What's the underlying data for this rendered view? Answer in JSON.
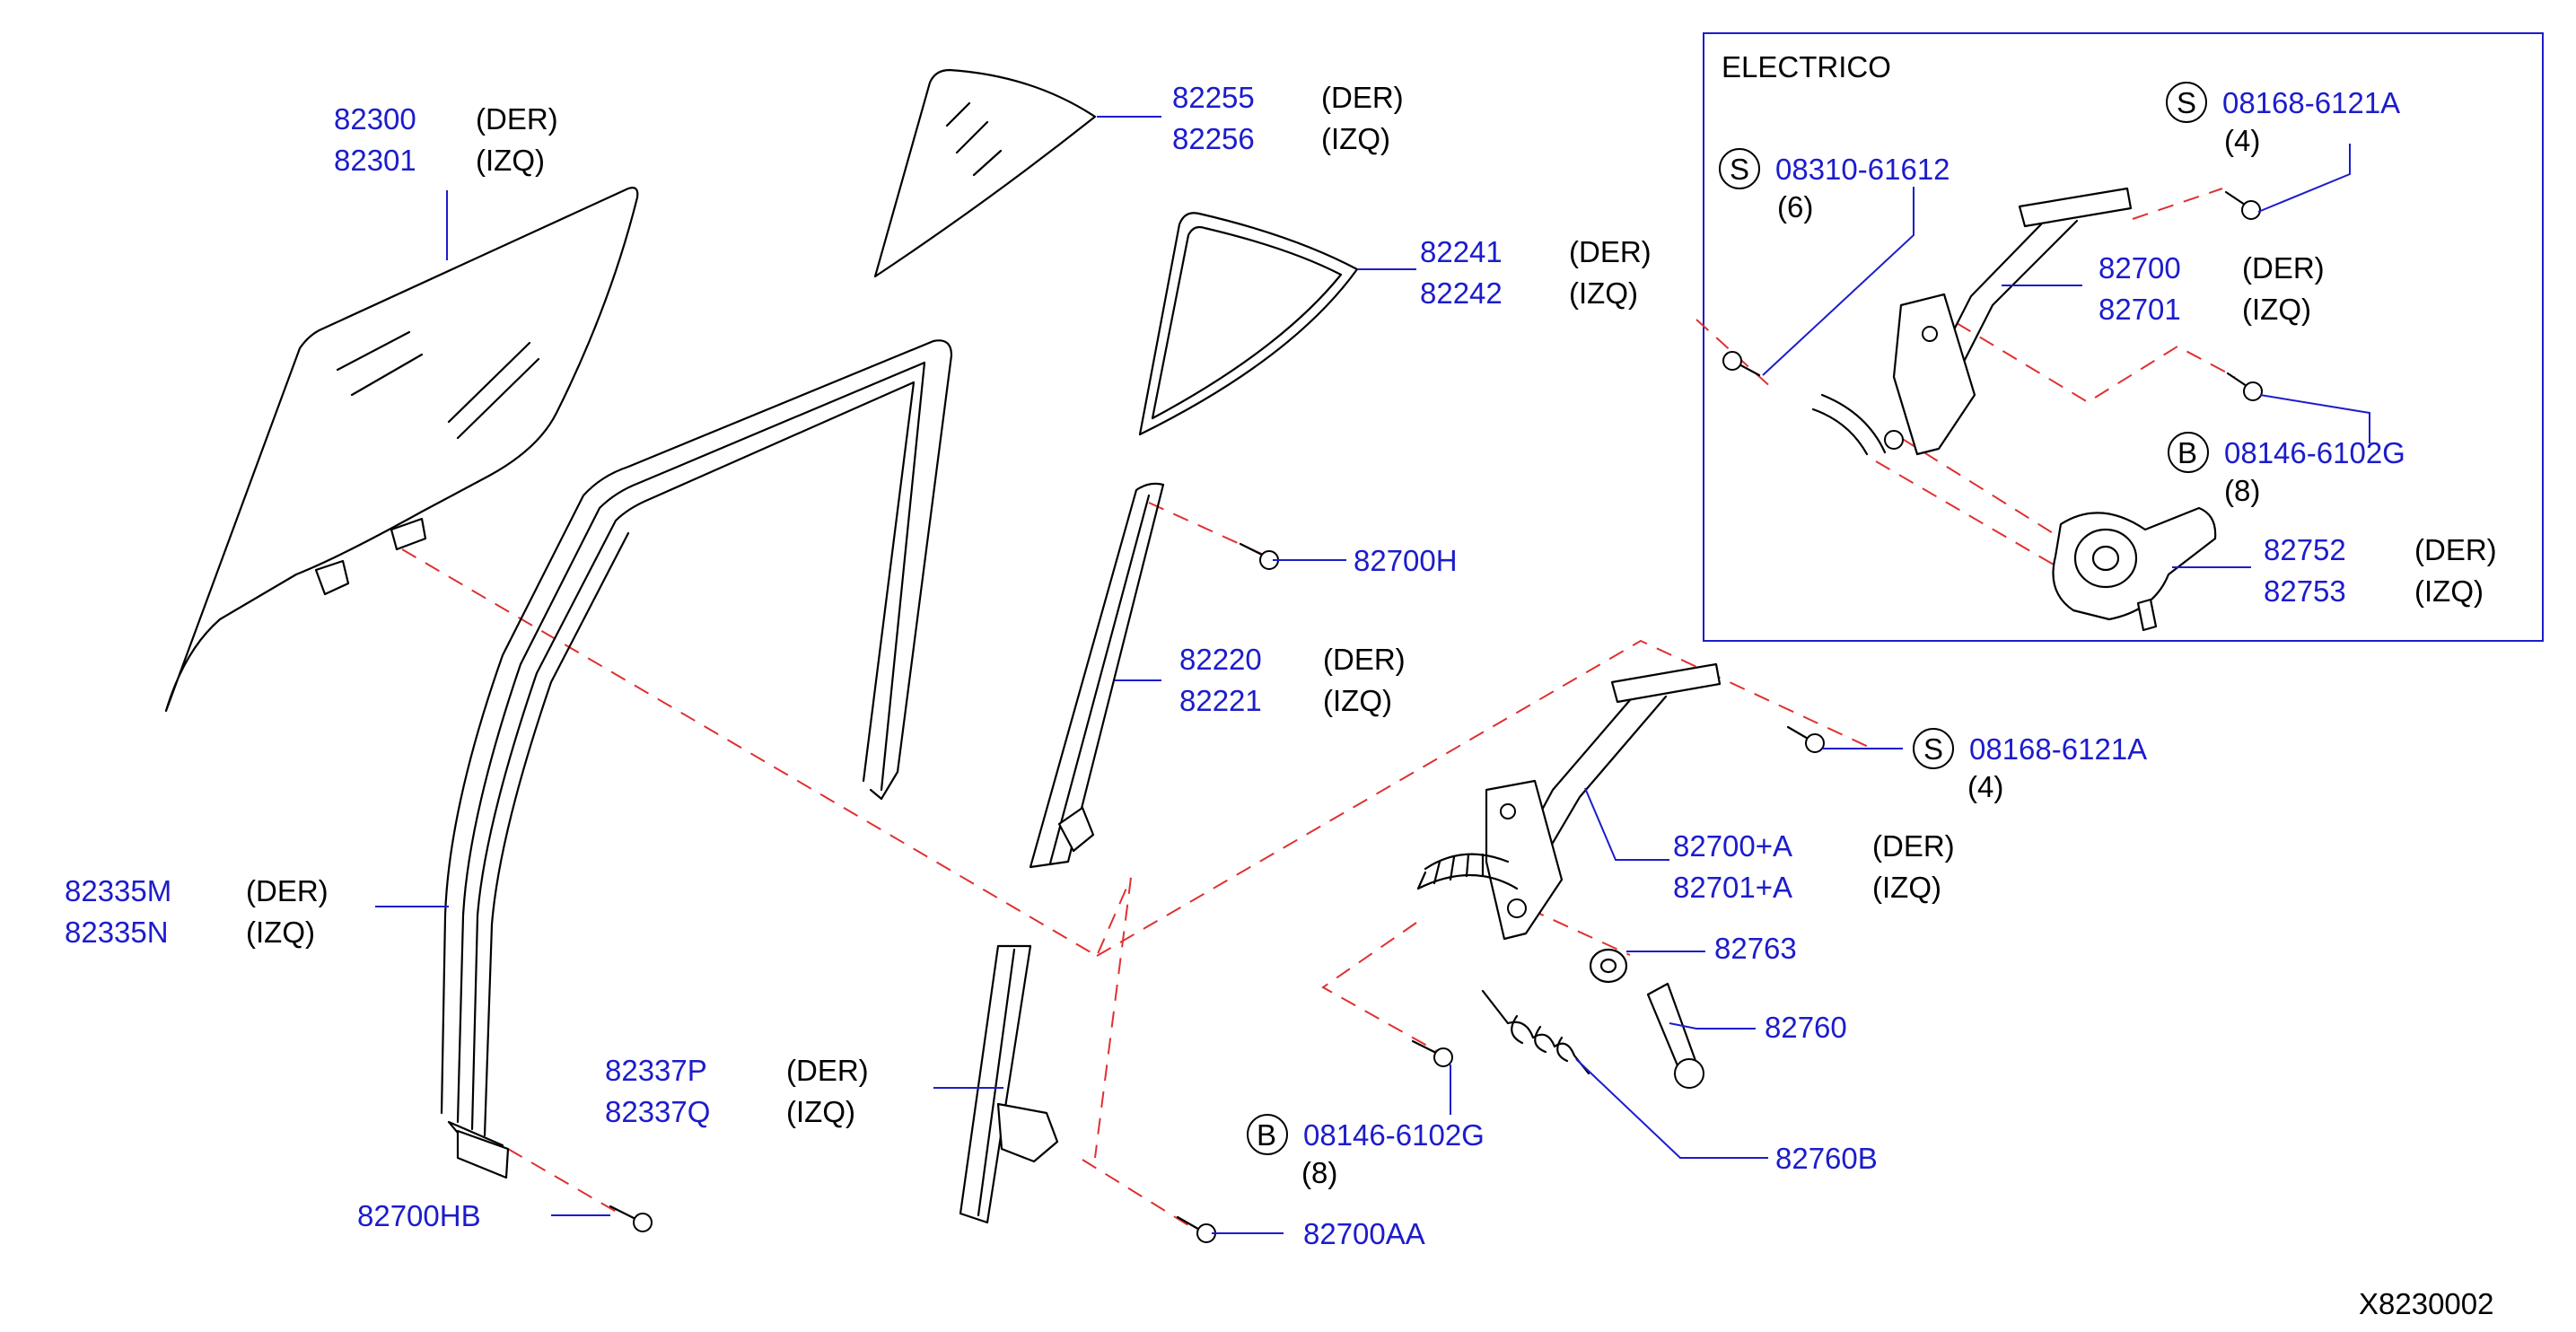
{
  "diagram_code": "X8230002",
  "inset_title": "ELECTRICO",
  "parts": [
    {
      "id": "p82300",
      "number": "82300",
      "side": "(DER)"
    },
    {
      "id": "p82301",
      "number": "82301",
      "side": "(IZQ)"
    },
    {
      "id": "p82255",
      "number": "82255",
      "side": "(DER)"
    },
    {
      "id": "p82256",
      "number": "82256",
      "side": "(IZQ)"
    },
    {
      "id": "p82241",
      "number": "82241",
      "side": "(DER)"
    },
    {
      "id": "p82242",
      "number": "82242",
      "side": "(IZQ)"
    },
    {
      "id": "p82700H",
      "number": "82700H"
    },
    {
      "id": "p82220",
      "number": "82220",
      "side": "(DER)"
    },
    {
      "id": "p82221",
      "number": "82221",
      "side": "(IZQ)"
    },
    {
      "id": "p82335M",
      "number": "82335M",
      "side": "(DER)"
    },
    {
      "id": "p82335N",
      "number": "82335N",
      "side": "(IZQ)"
    },
    {
      "id": "p82337P",
      "number": "82337P",
      "side": "(DER)"
    },
    {
      "id": "p82337Q",
      "number": "82337Q",
      "side": "(IZQ)"
    },
    {
      "id": "p82700HB",
      "number": "82700HB"
    },
    {
      "id": "p82700AA",
      "number": "82700AA"
    },
    {
      "id": "p08168m",
      "prefix": "S",
      "number": "08168-6121A",
      "qty": "(4)"
    },
    {
      "id": "p82700A",
      "number": "82700+A",
      "side": "(DER)"
    },
    {
      "id": "p82701A",
      "number": "82701+A",
      "side": "(IZQ)"
    },
    {
      "id": "p82763",
      "number": "82763"
    },
    {
      "id": "p82760",
      "number": "82760"
    },
    {
      "id": "p08146m",
      "prefix": "B",
      "number": "08146-6102G",
      "qty": "(8)"
    },
    {
      "id": "p82760B",
      "number": "82760B"
    },
    {
      "id": "p08168e",
      "prefix": "S",
      "number": "08168-6121A",
      "qty": "(4)"
    },
    {
      "id": "p08310e",
      "prefix": "S",
      "number": "08310-61612",
      "qty": "(6)"
    },
    {
      "id": "p82700e",
      "number": "82700",
      "side": "(DER)"
    },
    {
      "id": "p82701e",
      "number": "82701",
      "side": "(IZQ)"
    },
    {
      "id": "p08146e",
      "prefix": "B",
      "number": "08146-6102G",
      "qty": "(8)"
    },
    {
      "id": "p82752",
      "number": "82752",
      "side": "(DER)"
    },
    {
      "id": "p82753",
      "number": "82753",
      "side": "(IZQ)"
    }
  ]
}
